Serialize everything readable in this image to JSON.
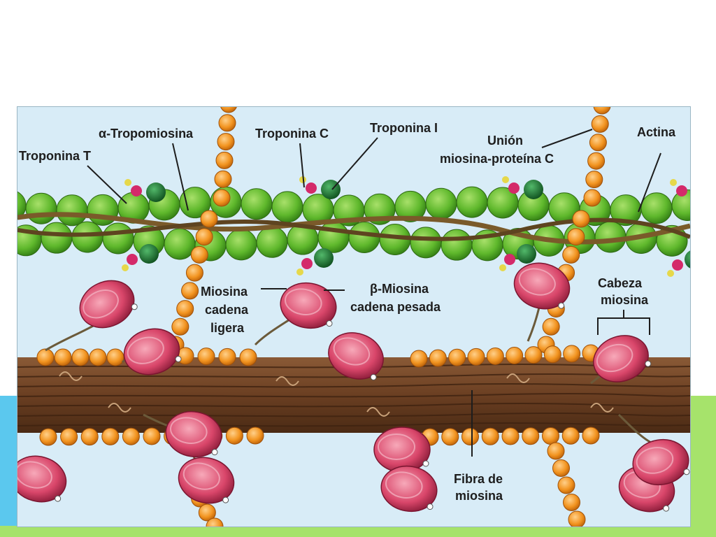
{
  "figure": {
    "labels": {
      "troponina_t": "Troponina T",
      "alfa_tropomiosina": "α-Tropomiosina",
      "troponina_c": "Troponina C",
      "troponina_i": "Troponina I",
      "union_line1": "Unión",
      "union_line2": "miosina-proteína C",
      "actina": "Actina",
      "miosina_ligera_line1": "Miosina",
      "miosina_ligera_line2": "cadena",
      "miosina_ligera_line3": "ligera",
      "beta_miosina_line1": "β-Miosina",
      "beta_miosina_line2": "cadena pesada",
      "cabeza_line1": "Cabeza",
      "cabeza_line2": "miosina",
      "fibra_line1": "Fibra de",
      "fibra_line2": "miosina"
    },
    "colors": {
      "background": "#d8ecf7",
      "actin": "#5fb82c",
      "troponin_c": "#1f7a32",
      "troponin_i": "#d42a6a",
      "troponin_t": "#e6d84a",
      "myosin_binding_protein_c": "#f29420",
      "myosin_head": "#d9466a",
      "thick_filament": "#6b3f22",
      "tropomyosin": "#7a5a2a"
    }
  }
}
